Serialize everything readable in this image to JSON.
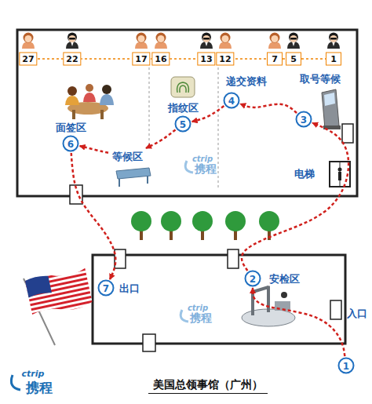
{
  "diagram": {
    "title": "美国总领事馆（广州）",
    "nodes": [
      {
        "text": [
          "27"
        ]
      },
      {
        "text": [
          "22"
        ]
      },
      {
        "text": [
          "17"
        ]
      },
      {
        "text": [
          "16"
        ]
      },
      {
        "text": [
          "13"
        ]
      },
      {
        "text": [
          "12"
        ]
      },
      {
        "text": [
          "7"
        ]
      },
      {
        "text": [
          "5"
        ]
      },
      {
        "text": [
          "1"
        ]
      },
      {
        "text": [
          "1"
        ]
      },
      {
        "text": [
          "2",
          "安检区"
        ]
      },
      {
        "text": [
          "3",
          "取号等候"
        ]
      },
      {
        "text": [
          "4",
          "递交资料"
        ]
      },
      {
        "text": [
          "5",
          "指纹区"
        ]
      },
      {
        "text": [
          "等候区"
        ]
      },
      {
        "text": [
          "6",
          "面签区"
        ]
      },
      {
        "text": [
          "7",
          "出口"
        ]
      }
    ],
    "edges": [
      {
        "from": 9,
        "to": 10,
        "arrow": "to"
      },
      {
        "from": 10,
        "to": 11,
        "arrow": "to"
      },
      {
        "from": 11,
        "to": 12,
        "arrow": "to"
      },
      {
        "from": 12,
        "to": 13,
        "arrow": "to"
      },
      {
        "from": 13,
        "to": 14,
        "arrow": "to"
      },
      {
        "from": 14,
        "to": 15,
        "arrow": "to"
      },
      {
        "from": 15,
        "to": 16,
        "arrow": "to"
      }
    ],
    "labels": [
      "电梯",
      "入口",
      "ctrip",
      "携程",
      "ctrip",
      "携程",
      "ctrip",
      "携程"
    ]
  }
}
